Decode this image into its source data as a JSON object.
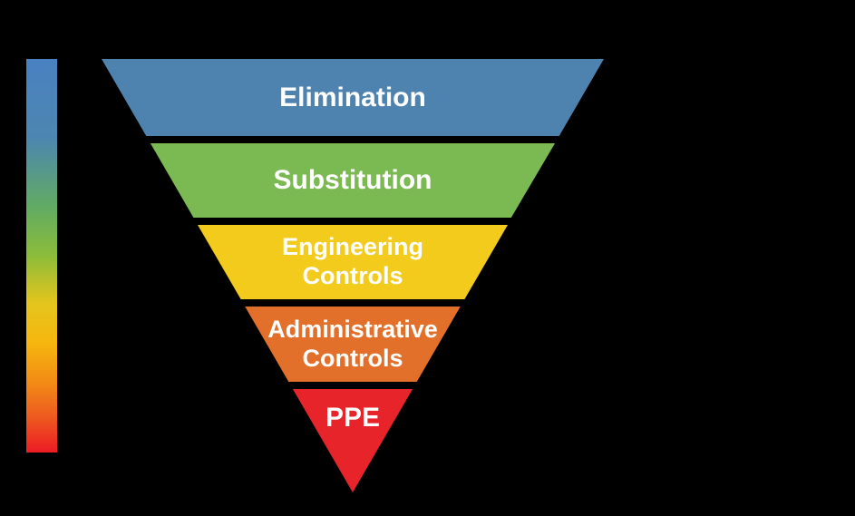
{
  "canvas": {
    "background_color": "#000000"
  },
  "diagram": {
    "name": "hierarchy-of-controls-funnel",
    "levels": [
      {
        "id": "elimination",
        "lines": [
          "Elimination"
        ],
        "color": "#4E83AF",
        "text_color": "#FFFFFF"
      },
      {
        "id": "substitution",
        "lines": [
          "Substitution"
        ],
        "color": "#7BB952",
        "text_color": "#FFFFFF"
      },
      {
        "id": "engineering-controls",
        "lines": [
          "Engineering",
          "Controls"
        ],
        "color": "#F2CB1D",
        "text_color": "#FFFFFF"
      },
      {
        "id": "administrative-controls",
        "lines": [
          "Administrative",
          "Controls"
        ],
        "color": "#E2702A",
        "text_color": "#FFFFFF"
      },
      {
        "id": "ppe",
        "lines": [
          "PPE"
        ],
        "color": "#E72429",
        "text_color": "#FFFFFF"
      }
    ],
    "effectiveness_scale_bar": {
      "orientation": "vertical",
      "gradient_stops": [
        {
          "color": "#4A81C2",
          "pos": "0%"
        },
        {
          "color": "#4C86B0",
          "pos": "20%"
        },
        {
          "color": "#62AC62",
          "pos": "38%"
        },
        {
          "color": "#8CBC3A",
          "pos": "50%"
        },
        {
          "color": "#E3C51D",
          "pos": "62%"
        },
        {
          "color": "#F6B70E",
          "pos": "72%"
        },
        {
          "color": "#F28C15",
          "pos": "82%"
        },
        {
          "color": "#EE5A20",
          "pos": "91%"
        },
        {
          "color": "#EC1B24",
          "pos": "100%"
        }
      ]
    }
  }
}
